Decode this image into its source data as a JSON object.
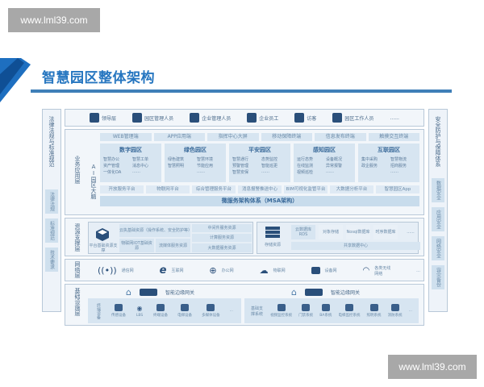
{
  "watermark": {
    "top": "www.lml39.com",
    "bottom": "www.lml39.com"
  },
  "title": "智慧园区整体架构",
  "left_side": {
    "title": "法律法规与标准规范",
    "items": [
      "法律法规",
      "标准规范",
      "技术要求"
    ]
  },
  "right_side": {
    "title": "安全防护与保障体系",
    "items": [
      "数据安全",
      "应用安全",
      "网络安全",
      "容灾备份"
    ]
  },
  "users": [
    {
      "icon": "visitor-terminal-icon",
      "label": "领导层"
    },
    {
      "icon": "admin-icon",
      "label": "园区管理人员"
    },
    {
      "icon": "manager-icon",
      "label": "企业管理人员"
    },
    {
      "icon": "staff-icon",
      "label": "企业员工"
    },
    {
      "icon": "visitor-icon",
      "label": "访客"
    },
    {
      "icon": "worker-icon",
      "label": "园区工作人员"
    },
    {
      "icon": "more-icon",
      "label": "......"
    }
  ],
  "app_layer": {
    "label": "业务应用层",
    "ai_label": "AI园区大脑",
    "terminals": [
      "WEB管理端",
      "APP应用端",
      "指挥中心大屏",
      "移动保障终端",
      "信息发布终端",
      "触摸交互终端"
    ],
    "zones": [
      {
        "name": "数字园区",
        "items": [
          "智慧办公",
          "智慧工单",
          "资产管理",
          "消息中心",
          "一体化OA",
          "……"
        ]
      },
      {
        "name": "绿色园区",
        "items": [
          "绿色建筑",
          "智慧环境",
          "智慧照明",
          "节能应用",
          "",
          "……"
        ]
      },
      {
        "name": "平安园区",
        "items": [
          "智慧通行",
          "态势监控",
          "预警管理",
          "智能巡更",
          "智慧安保",
          "……"
        ]
      },
      {
        "name": "感知园区",
        "items": [
          "运行态势",
          "设备概况",
          "在线监测",
          "异常报警",
          "视频巡检",
          "……"
        ]
      },
      {
        "name": "互联园区",
        "items": [
          "集中采购",
          "智慧物流",
          "政企服务",
          "招商服务",
          "",
          "……"
        ]
      }
    ],
    "platforms": [
      "开放服务平台",
      "物联网平台",
      "综合管理服务平台",
      "消息报警推送中心",
      "BIM可视化监管平台",
      "大数据分析平台",
      "智慧园区App"
    ],
    "msa": "微服务架构体系（MSA架构）"
  },
  "resource_layer": {
    "label": "资源支撑层",
    "platform": "平台基础资源支撑",
    "cloud": "云执基础资源（操作系统、安全防护等）",
    "iot": "物联网IOT基础资源",
    "media": "流媒体服务资源",
    "middleware": "中间件服务资源",
    "compute": "计算服务资源",
    "bigdata": "大数据服务资源",
    "storage": "存储资源",
    "storage_items": [
      "云数据库RDS",
      "对象存储",
      "Nosql数据库",
      "时序数据库",
      "......"
    ],
    "shared": "共享数据中心"
  },
  "network_layer": {
    "label": "网络层",
    "items": [
      {
        "icon": "antenna-icon",
        "label": "通信网"
      },
      {
        "icon": "internet-icon",
        "label": "互联网"
      },
      {
        "icon": "office-net-icon",
        "label": "办公网"
      },
      {
        "icon": "iot-cloud-icon",
        "label": "物联网"
      },
      {
        "icon": "router-icon",
        "label": "设备网"
      },
      {
        "icon": "wifi-icon",
        "label": "各类无线网络"
      },
      {
        "icon": "more-icon",
        "label": "..."
      }
    ]
  },
  "base_layer": {
    "label": "基础设施层",
    "gateway": "智能边缘网关",
    "left_group": "终端设备",
    "left_devices": [
      "传感设备",
      "LBS",
      "终端设备",
      "电梯设备",
      "多媒体设备",
      "..."
    ],
    "right_group": "基础支撑系统",
    "right_devices": [
      "视频监控系统",
      "门禁系统",
      "BA系统",
      "电梯监控系统",
      "照明系统",
      "消防系统",
      "..."
    ]
  }
}
